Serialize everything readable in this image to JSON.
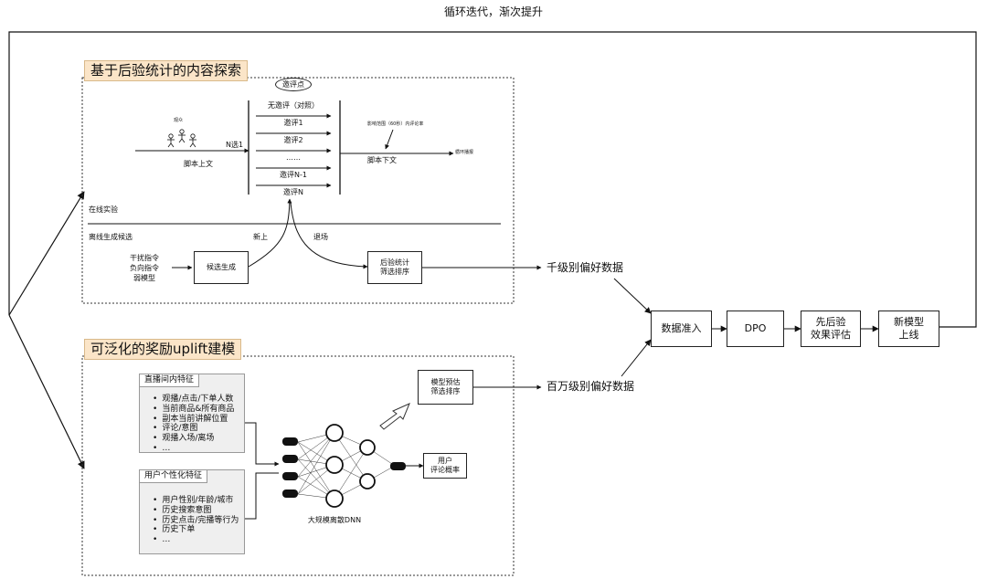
{
  "top_label": "循环迭代，渐次提升",
  "section1": {
    "title": "基于后验统计的内容探索",
    "audience_label": "观众",
    "script_upper": "脚本上文",
    "n_choose_1": "N选1",
    "eval_point": "邀评点",
    "eval_options": [
      "无邀评（对照）",
      "邀评1",
      "邀评2",
      "……",
      "邀评N-1",
      "邀评N"
    ],
    "predict_note": "影响范围（60秒）内评论率",
    "loop_play": "循环播报",
    "script_lower": "脚本下文",
    "online_label": "在线实验",
    "offline_label": "离线生成候选",
    "new_up": "新上",
    "exit": "退场",
    "inputs": [
      "干扰指令",
      "负向指令",
      "弱模型"
    ],
    "candidate_box": "候选生成",
    "posterior_box": [
      "后验统计",
      "筛选排序"
    ]
  },
  "section2": {
    "title": "可泛化的奖励uplift建模",
    "live_features_title": "直播间内特征",
    "live_features": [
      "观播/点击/下单人数",
      "当前商品&所有商品",
      "副本当前讲解位置",
      "评论/意图",
      "观播入场/离场",
      "…"
    ],
    "user_features_title": "用户个性化特征",
    "user_features": [
      "用户性别/年龄/城市",
      "历史搜索意图",
      "历史点击/完播等行为",
      "历史下单",
      "…"
    ],
    "dnn_label": "大规模离散DNN",
    "output_box": [
      "用户",
      "评论概率"
    ],
    "model_box": [
      "模型预估",
      "筛选排序"
    ]
  },
  "thousand_data": "千级别偏好数据",
  "million_data": "百万级别偏好数据",
  "pipeline": {
    "data_access": "数据准入",
    "dpo": "DPO",
    "eval": [
      "先后验",
      "效果评估"
    ],
    "deploy": [
      "新模型",
      "上线"
    ]
  }
}
